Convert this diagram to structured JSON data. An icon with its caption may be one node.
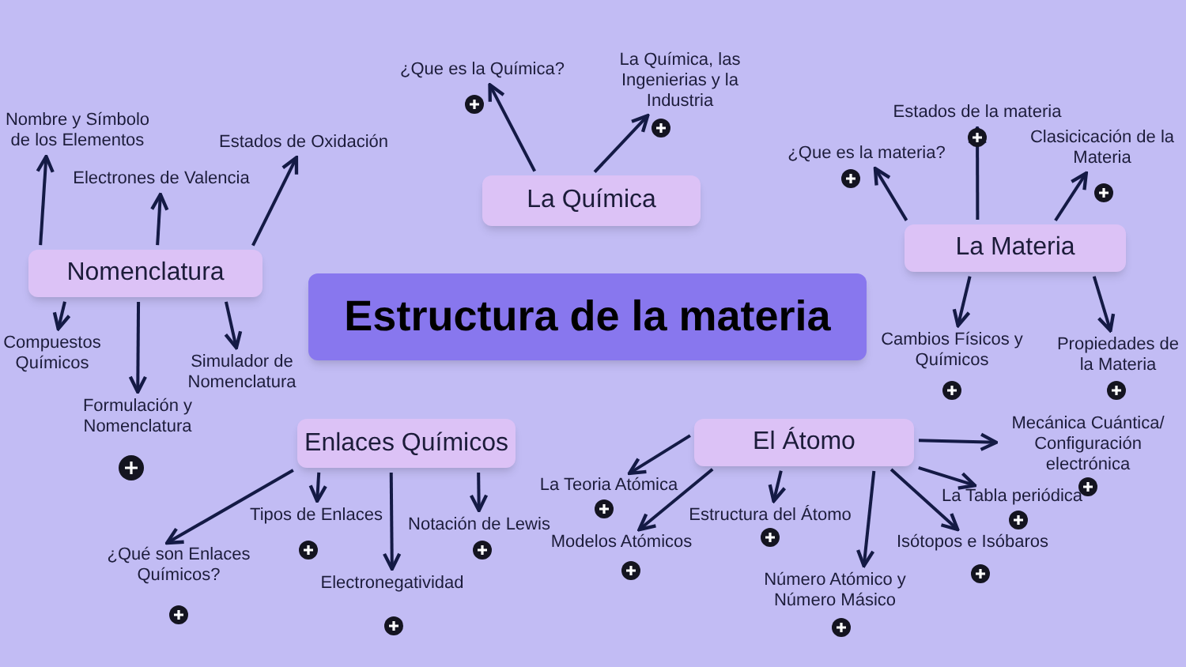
{
  "diagram": {
    "nodes": [
      {
        "text": [
          "Estructura de la materia"
        ]
      },
      {
        "text": [
          "La Química"
        ]
      },
      {
        "text": [
          "¿Que es la Química?"
        ]
      },
      {
        "text": [
          "La Química, las Ingenierias y la Industria"
        ]
      },
      {
        "text": [
          "La Materia"
        ]
      },
      {
        "text": [
          "¿Que es la materia?"
        ]
      },
      {
        "text": [
          "Estados de la materia"
        ]
      },
      {
        "text": [
          "Clasicicación de la Materia"
        ]
      },
      {
        "text": [
          "Cambios Físicos y Químicos"
        ]
      },
      {
        "text": [
          "Propiedades de la Materia"
        ]
      },
      {
        "text": [
          "Nomenclatura"
        ]
      },
      {
        "text": [
          "Nombre y Símbolo de los Elementos"
        ]
      },
      {
        "text": [
          "Electrones de Valencia"
        ]
      },
      {
        "text": [
          "Estados de Oxidación"
        ]
      },
      {
        "text": [
          "Compuestos Químicos"
        ]
      },
      {
        "text": [
          "Formulación y Nomenclatura"
        ]
      },
      {
        "text": [
          "Simulador de Nomenclatura"
        ]
      },
      {
        "text": [
          "Enlaces Químicos"
        ]
      },
      {
        "text": [
          "¿Qué son Enlaces Químicos?"
        ]
      },
      {
        "text": [
          "Tipos de Enlaces"
        ]
      },
      {
        "text": [
          "Electronegatividad"
        ]
      },
      {
        "text": [
          "Notación de Lewis"
        ]
      },
      {
        "text": [
          "El Átomo"
        ]
      },
      {
        "text": [
          "La Teoria Atómica"
        ]
      },
      {
        "text": [
          "Modelos Atómicos"
        ]
      },
      {
        "text": [
          "Estructura del Átomo"
        ]
      },
      {
        "text": [
          "Número Atómico y Número Másico"
        ]
      },
      {
        "text": [
          "Isótopos e Isóbaros"
        ]
      },
      {
        "text": [
          "La Tabla periódica"
        ]
      },
      {
        "text": [
          "Mecánica Cuántica/ Configuración electrónica"
        ]
      }
    ],
    "edges": [
      {
        "from": 1,
        "to": 2,
        "arrow": "to"
      },
      {
        "from": 1,
        "to": 3,
        "arrow": "to"
      },
      {
        "from": 4,
        "to": 5,
        "arrow": "to"
      },
      {
        "from": 4,
        "to": 6,
        "arrow": "to"
      },
      {
        "from": 4,
        "to": 7,
        "arrow": "to"
      },
      {
        "from": 4,
        "to": 8,
        "arrow": "to"
      },
      {
        "from": 4,
        "to": 9,
        "arrow": "to"
      },
      {
        "from": 10,
        "to": 11,
        "arrow": "to"
      },
      {
        "from": 10,
        "to": 12,
        "arrow": "to"
      },
      {
        "from": 10,
        "to": 13,
        "arrow": "to"
      },
      {
        "from": 10,
        "to": 14,
        "arrow": "to"
      },
      {
        "from": 10,
        "to": 15,
        "arrow": "to"
      },
      {
        "from": 10,
        "to": 16,
        "arrow": "to"
      },
      {
        "from": 17,
        "to": 18,
        "arrow": "to"
      },
      {
        "from": 17,
        "to": 19,
        "arrow": "to"
      },
      {
        "from": 17,
        "to": 20,
        "arrow": "to"
      },
      {
        "from": 17,
        "to": 21,
        "arrow": "to"
      },
      {
        "from": 22,
        "to": 23,
        "arrow": "to"
      },
      {
        "from": 22,
        "to": 24,
        "arrow": "to"
      },
      {
        "from": 22,
        "to": 25,
        "arrow": "to"
      },
      {
        "from": 22,
        "to": 26,
        "arrow": "to"
      },
      {
        "from": 22,
        "to": 27,
        "arrow": "to"
      },
      {
        "from": 22,
        "to": 28,
        "arrow": "to"
      },
      {
        "from": 22,
        "to": 29,
        "arrow": "to"
      }
    ]
  }
}
